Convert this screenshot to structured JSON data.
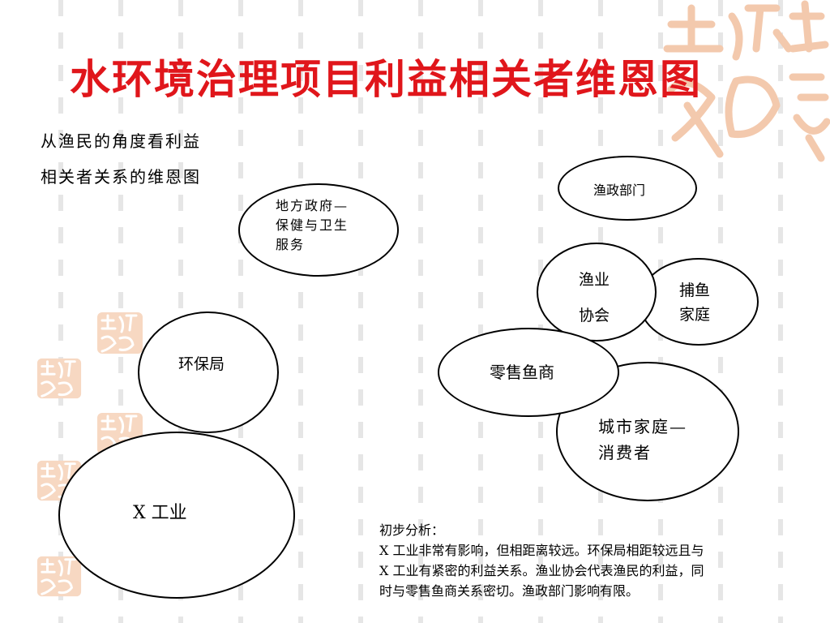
{
  "slide": {
    "title": "水环境治理项目利益相关者维恩图",
    "subtitle_line1": "从渔民的角度看利益",
    "subtitle_line2": "相关者关系的维恩图"
  },
  "nodes": {
    "local_gov": {
      "line1": "地方政府—",
      "line2": "保健与卫生",
      "line3": "服务"
    },
    "fishery_dept": {
      "label": "渔政部门"
    },
    "fishery_assoc": {
      "line1": "渔业",
      "line2": "协会"
    },
    "fishing_family": {
      "line1": "捕鱼",
      "line2": "家庭"
    },
    "env_bureau": {
      "label": "环保局"
    },
    "retail_fish": {
      "label": "零售鱼商"
    },
    "urban_family": {
      "line1": "城市家庭—",
      "line2": "消费者"
    },
    "x_industry": {
      "label": "X 工业"
    }
  },
  "analysis": {
    "heading": "初步分析：",
    "line1": "X 工业非常有影响，但相距离较远。环保局相距较远且与",
    "line2": "X 工业有紧密的利益关系。渔业协会代表渔民的利益，同",
    "line3": "时与零售鱼商关系密切。渔政部门影响有限。"
  },
  "colors": {
    "title": "#e0161b",
    "seal": "#f3c9ad",
    "stripe": "#e6e6e6"
  }
}
